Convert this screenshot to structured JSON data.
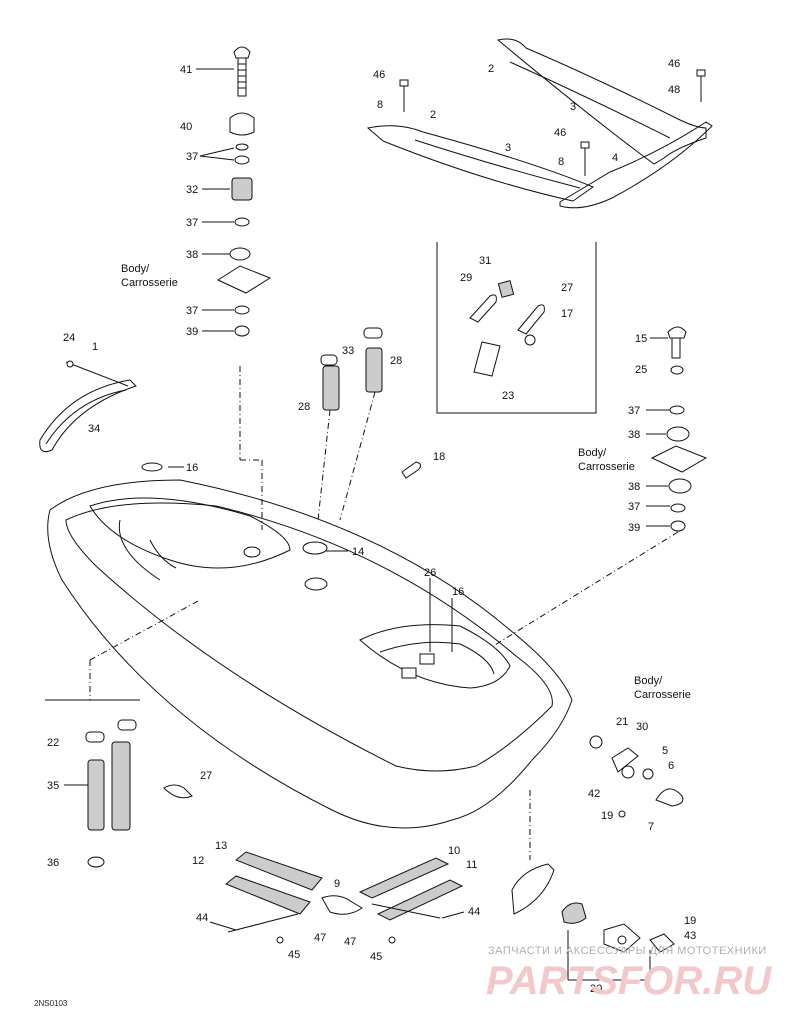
{
  "diagram": {
    "code": "2NS0103",
    "body_label_line1": "Body/",
    "body_label_line2": "Carrosserie",
    "callouts": [
      "41",
      "40",
      "37",
      "32",
      "37",
      "38",
      "37",
      "39",
      "2",
      "3",
      "46",
      "8",
      "2",
      "3",
      "46",
      "8",
      "4",
      "46",
      "48",
      "31",
      "29",
      "27",
      "17",
      "23",
      "24",
      "1",
      "34",
      "33",
      "28",
      "28",
      "18",
      "16",
      "14",
      "26",
      "16",
      "15",
      "25",
      "37",
      "38",
      "38",
      "37",
      "39",
      "22",
      "35",
      "36",
      "27",
      "21",
      "30",
      "5",
      "6",
      "42",
      "19",
      "7",
      "13",
      "12",
      "10",
      "11",
      "9",
      "44",
      "47",
      "45",
      "47",
      "45",
      "44",
      "19",
      "43",
      "20"
    ]
  },
  "watermark": {
    "line1": "ЗАПЧАСТИ И АКСЕССУАРЫ ДЛЯ МОТОТЕХНИКИ",
    "line2": "PARTSFOR.RU"
  }
}
